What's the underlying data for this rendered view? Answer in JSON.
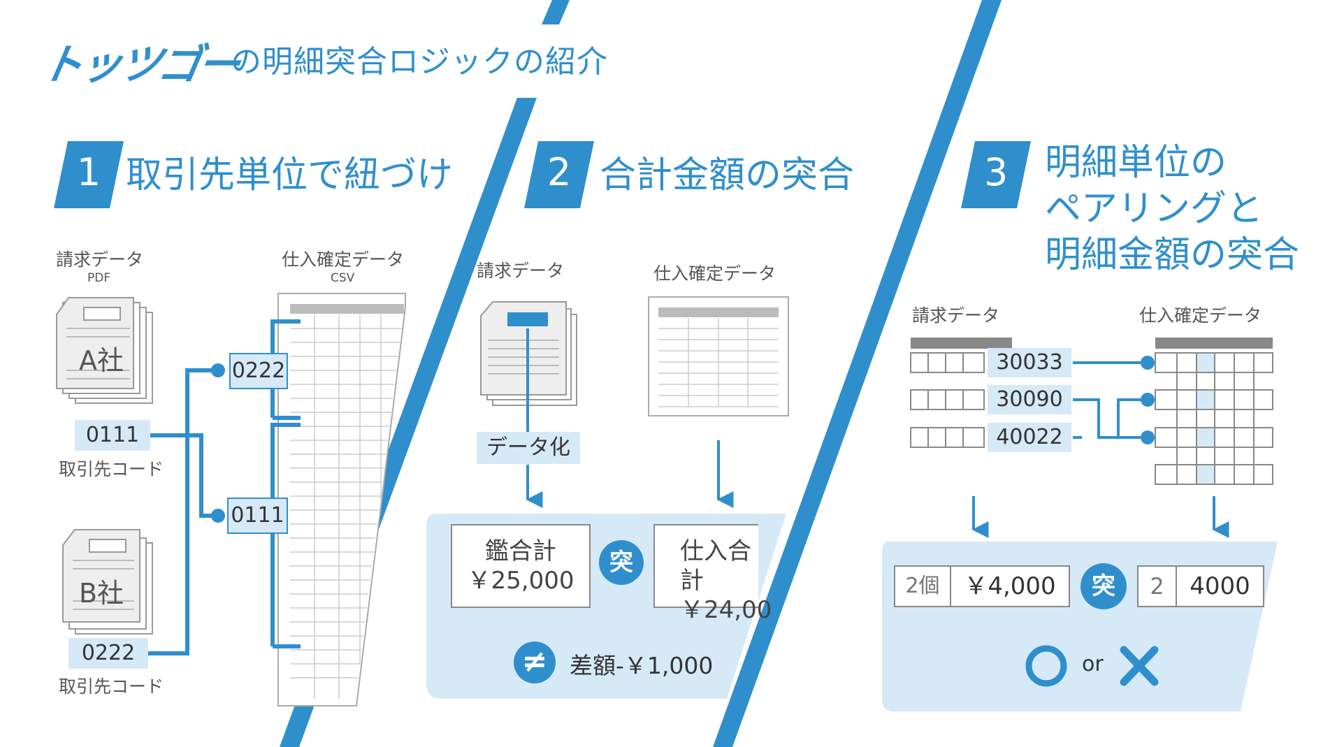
{
  "header": {
    "logo_text": "トッツゴー",
    "title": "の明細突合ロジックの紹介"
  },
  "steps": [
    {
      "number": "1",
      "label": "取引先単位で紐づけ"
    },
    {
      "number": "2",
      "label": "合計金額の突合"
    },
    {
      "number": "3",
      "label_lines": [
        "明細単位の",
        "ペアリングと",
        "明細金額の突合"
      ]
    }
  ],
  "panel1": {
    "invoice_label": "請求データ",
    "invoice_sub": "PDF",
    "purchase_label": "仕入確定データ",
    "purchase_sub": "CSV",
    "company_a": "A社",
    "company_b": "B社",
    "code_a": "0111",
    "code_b": "0222",
    "code_caption": "取引先コード",
    "tag_top": "0222",
    "tag_bottom": "0111"
  },
  "panel2": {
    "invoice_label": "請求データ",
    "purchase_label": "仕入確定データ",
    "datafy": "データ化",
    "left_total_label": "鑑合計",
    "left_total_value": "￥25,000",
    "right_total_label": "仕入合計",
    "right_total_value": "￥24,00",
    "match_glyph": "突",
    "not_equal_glyph": "≠",
    "diff_text": "差額-￥1,000"
  },
  "panel3": {
    "invoice_label": "請求データ",
    "purchase_label": "仕入確定データ",
    "codes": [
      "30033",
      "30090",
      "40022"
    ],
    "left_qty": "2個",
    "left_amount": "￥4,000",
    "match_glyph": "突",
    "right_qty": "2",
    "right_amount": "4000",
    "ok_glyph": "○",
    "or_text": "or",
    "ng_glyph": "✕"
  },
  "colors": {
    "accent": "#2f8fcd",
    "light": "#d6e9f7",
    "gray": "#888888"
  }
}
